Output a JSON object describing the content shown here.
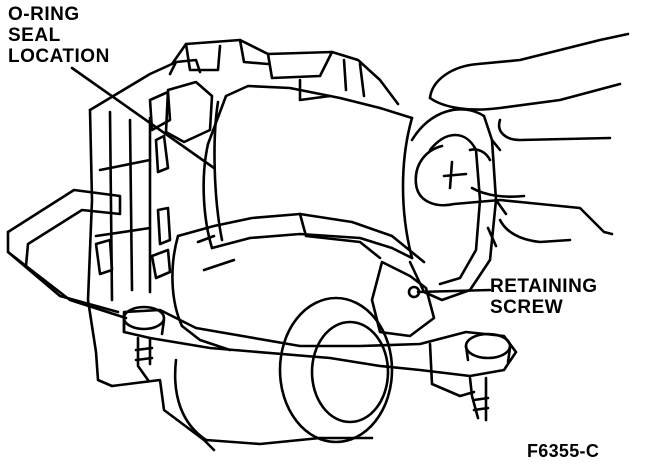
{
  "callouts": {
    "oring": {
      "lines": [
        "O-RING",
        "SEAL",
        "LOCATION"
      ]
    },
    "screw": {
      "lines": [
        "RETAINING",
        "SCREW"
      ]
    }
  },
  "figure_id": "F6355-C",
  "colors": {
    "ink": "#000000",
    "paper": "#ffffff"
  }
}
